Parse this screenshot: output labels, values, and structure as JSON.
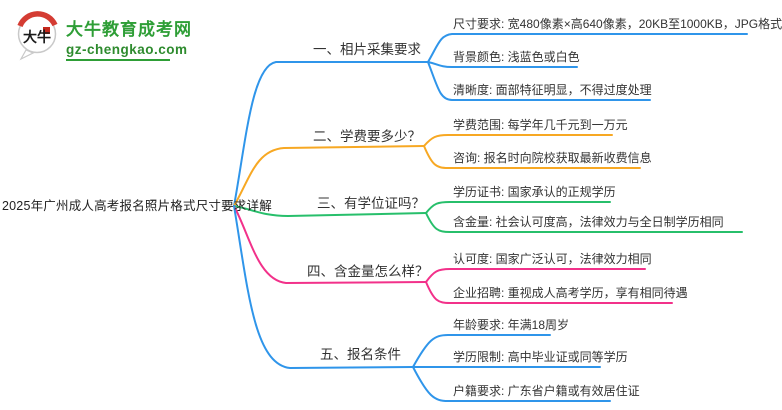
{
  "logo": {
    "icon_text": "大牛",
    "title": "大牛教育成考网",
    "url": "gz-chengkao.com",
    "brand_green": "#2e9e36",
    "seal_red": "#d43c33"
  },
  "central": {
    "title": "2025年广州成人高考报名照片格式尺寸要求详解"
  },
  "branches": [
    {
      "label": "一、相片采集要求",
      "color": "#2f95ea",
      "children": [
        "尺寸要求: 宽480像素×高640像素，20KB至1000KB，JPG格式",
        "背景颜色: 浅蓝色或白色",
        "清晰度: 面部特征明显，不得过度处理"
      ]
    },
    {
      "label": "二、学费要多少？",
      "color": "#f7a823",
      "children": [
        "学费范围: 每学年几千元到一万元",
        "咨询: 报名时向院校获取最新收费信息"
      ]
    },
    {
      "label": "三、有学位证吗？",
      "color": "#27bf6b",
      "children": [
        "学历证书: 国家承认的正规学历",
        "含金量: 社会认可度高，法律效力与全日制学历相同"
      ]
    },
    {
      "label": "四、含金量怎么样？",
      "color": "#f2318a",
      "children": [
        "认可度: 国家广泛认可，法律效力相同",
        "企业招聘: 重视成人高考学历，享有相同待遇"
      ]
    },
    {
      "label": "五、报名条件",
      "color": "#2f95ea",
      "children": [
        "年龄要求: 年满18周岁",
        "学历限制: 高中毕业证或同等学历",
        "户籍要求: 广东省户籍或有效居住证"
      ]
    }
  ]
}
